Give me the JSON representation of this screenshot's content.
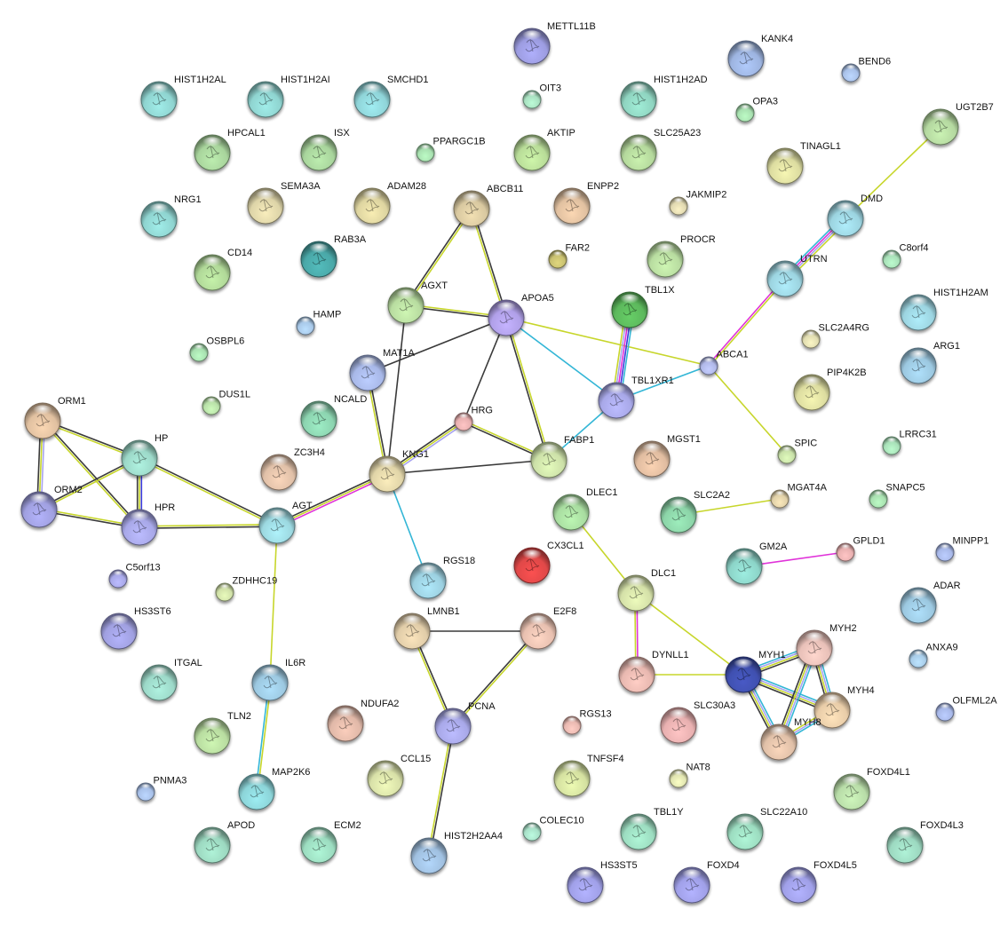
{
  "title": "Protein interaction network",
  "edge_colors": {
    "black": "#3a3a3a",
    "yellow": "#c7d62b",
    "cyan": "#33b6d6",
    "magenta": "#e032d9",
    "blue": "#3a3ad9",
    "lavender": "#a7a3f0"
  },
  "nodes": [
    {
      "id": "METTL11B",
      "label": "METTL11B",
      "color": "#9c9ce0",
      "size": "large"
    },
    {
      "id": "KANK4",
      "label": "KANK4",
      "color": "#9db4e0",
      "size": "large"
    },
    {
      "id": "BEND6",
      "label": "BEND6",
      "color": "#a9c1e8",
      "size": "small"
    },
    {
      "id": "HIST1H2AL",
      "label": "HIST1H2AL",
      "color": "#8fd4d0",
      "size": "large"
    },
    {
      "id": "HIST1H2AI",
      "label": "HIST1H2AI",
      "color": "#8fd4d0",
      "size": "large"
    },
    {
      "id": "SMCHD1",
      "label": "SMCHD1",
      "color": "#8fd4d8",
      "size": "large"
    },
    {
      "id": "OIT3",
      "label": "OIT3",
      "color": "#a8e0c0",
      "size": "small"
    },
    {
      "id": "HIST1H2AD",
      "label": "HIST1H2AD",
      "color": "#8fd4c0",
      "size": "large"
    },
    {
      "id": "OPA3",
      "label": "OPA3",
      "color": "#a8e0b0",
      "size": "small"
    },
    {
      "id": "UGT2B7",
      "label": "UGT2B7",
      "color": "#b4d8a0",
      "size": "large"
    },
    {
      "id": "HPCAL1",
      "label": "HPCAL1",
      "color": "#a8d49c",
      "size": "large"
    },
    {
      "id": "ISX",
      "label": "ISX",
      "color": "#a8d49c",
      "size": "large"
    },
    {
      "id": "PPARGC1B",
      "label": "PPARGC1B",
      "color": "#a8e0b0",
      "size": "small"
    },
    {
      "id": "AKTIP",
      "label": "AKTIP",
      "color": "#b8dc98",
      "size": "large"
    },
    {
      "id": "SLC25A23",
      "label": "SLC25A23",
      "color": "#b4d89c",
      "size": "large"
    },
    {
      "id": "TINAGL1",
      "label": "TINAGL1",
      "color": "#dcdca0",
      "size": "large"
    },
    {
      "id": "NRG1",
      "label": "NRG1",
      "color": "#8fd4d0",
      "size": "large"
    },
    {
      "id": "SEMA3A",
      "label": "SEMA3A",
      "color": "#ddd4a8",
      "size": "large"
    },
    {
      "id": "ADAM28",
      "label": "ADAM28",
      "color": "#ddd4a0",
      "size": "large"
    },
    {
      "id": "ABCB11",
      "label": "ABCB11",
      "color": "#d8c8a0",
      "size": "large"
    },
    {
      "id": "ENPP2",
      "label": "ENPP2",
      "color": "#e0c0a0",
      "size": "large"
    },
    {
      "id": "JAKMIP2",
      "label": "JAKMIP2",
      "color": "#e0d8b0",
      "size": "small"
    },
    {
      "id": "DMD",
      "label": "DMD",
      "color": "#9cd4e0",
      "size": "large"
    },
    {
      "id": "CD14",
      "label": "CD14",
      "color": "#b0d898",
      "size": "large"
    },
    {
      "id": "RAB3A",
      "label": "RAB3A",
      "color": "#4aa8a8",
      "size": "large"
    },
    {
      "id": "FAR2",
      "label": "FAR2",
      "color": "#c8c070",
      "size": "small"
    },
    {
      "id": "PROCR",
      "label": "PROCR",
      "color": "#b8dca0",
      "size": "large"
    },
    {
      "id": "C8orf4",
      "label": "C8orf4",
      "color": "#a8e0b8",
      "size": "small"
    },
    {
      "id": "UTRN",
      "label": "UTRN",
      "color": "#9cd4e0",
      "size": "large"
    },
    {
      "id": "AGXT",
      "label": "AGXT",
      "color": "#b8dca0",
      "size": "large"
    },
    {
      "id": "APOA5",
      "label": "APOA5",
      "color": "#b0a0e8",
      "size": "large"
    },
    {
      "id": "TBL1X",
      "label": "TBL1X",
      "color": "#5cb85c",
      "size": "large"
    },
    {
      "id": "HIST1H2AM",
      "label": "HIST1H2AM",
      "color": "#9cd4e0",
      "size": "large"
    },
    {
      "id": "HAMP",
      "label": "HAMP",
      "color": "#a8c8e8",
      "size": "small"
    },
    {
      "id": "SLC2A4RG",
      "label": "SLC2A4RG",
      "color": "#e0dcb0",
      "size": "small"
    },
    {
      "id": "OSBPL6",
      "label": "OSBPL6",
      "color": "#a8e0b0",
      "size": "small"
    },
    {
      "id": "MAT1A",
      "label": "MAT1A",
      "color": "#a8b8e8",
      "size": "large"
    },
    {
      "id": "ABCA1",
      "label": "ABCA1",
      "color": "#b0b8e8",
      "size": "small"
    },
    {
      "id": "ARG1",
      "label": "ARG1",
      "color": "#9cc8e0",
      "size": "large"
    },
    {
      "id": "PIP4K2B",
      "label": "PIP4K2B",
      "color": "#dcdca0",
      "size": "large"
    },
    {
      "id": "TBL1XR1",
      "label": "TBL1XR1",
      "color": "#a8a8e8",
      "size": "large"
    },
    {
      "id": "DUS1L",
      "label": "DUS1L",
      "color": "#b8e0a8",
      "size": "small"
    },
    {
      "id": "NCALD",
      "label": "NCALD",
      "color": "#8cd4b0",
      "size": "large"
    },
    {
      "id": "HRG",
      "label": "HRG",
      "color": "#e8b0b0",
      "size": "small"
    },
    {
      "id": "ORM1",
      "label": "ORM1",
      "color": "#e0c0a0",
      "size": "large"
    },
    {
      "id": "MGST1",
      "label": "MGST1",
      "color": "#e0bca0",
      "size": "large"
    },
    {
      "id": "LRRC31",
      "label": "LRRC31",
      "color": "#a8e0b8",
      "size": "small"
    },
    {
      "id": "HP",
      "label": "HP",
      "color": "#9cd8c8",
      "size": "large"
    },
    {
      "id": "ZC3H4",
      "label": "ZC3H4",
      "color": "#e0c0a8",
      "size": "large"
    },
    {
      "id": "KNG1",
      "label": "KNG1",
      "color": "#e0d4a8",
      "size": "large"
    },
    {
      "id": "FABP1",
      "label": "FABP1",
      "color": "#cce0a8",
      "size": "large"
    },
    {
      "id": "SPIC",
      "label": "SPIC",
      "color": "#c8e0a8",
      "size": "small"
    },
    {
      "id": "DLEC1",
      "label": "DLEC1",
      "color": "#a8dca0",
      "size": "large"
    },
    {
      "id": "SNAPC5",
      "label": "SNAPC5",
      "color": "#a8e0b0",
      "size": "small"
    },
    {
      "id": "MGAT4A",
      "label": "MGAT4A",
      "color": "#e0d0a8",
      "size": "small"
    },
    {
      "id": "SLC2A2",
      "label": "SLC2A2",
      "color": "#8cd4a8",
      "size": "large"
    },
    {
      "id": "ORM2",
      "label": "ORM2",
      "color": "#a0a0e0",
      "size": "large"
    },
    {
      "id": "HPR",
      "label": "HPR",
      "color": "#a8a8e8",
      "size": "large"
    },
    {
      "id": "AGT",
      "label": "AGT",
      "color": "#9cd8e0",
      "size": "large"
    },
    {
      "id": "CX3CL1",
      "label": "CX3CL1",
      "color": "#e04848",
      "size": "large"
    },
    {
      "id": "GPLD1",
      "label": "GPLD1",
      "color": "#e8b0b0",
      "size": "small"
    },
    {
      "id": "MINPP1",
      "label": "MINPP1",
      "color": "#a8b8e8",
      "size": "small"
    },
    {
      "id": "GM2A",
      "label": "GM2A",
      "color": "#8cd4c8",
      "size": "large"
    },
    {
      "id": "C5orf13",
      "label": "C5orf13",
      "color": "#a8a8e8",
      "size": "small"
    },
    {
      "id": "ZDHHC19",
      "label": "ZDHHC19",
      "color": "#d0e0a8",
      "size": "small"
    },
    {
      "id": "RGS18",
      "label": "RGS18",
      "color": "#9cd0e0",
      "size": "large"
    },
    {
      "id": "ADAR",
      "label": "ADAR",
      "color": "#9cc8e0",
      "size": "large"
    },
    {
      "id": "DLC1",
      "label": "DLC1",
      "color": "#d4e0a8",
      "size": "large"
    },
    {
      "id": "HS3ST6",
      "label": "HS3ST6",
      "color": "#a0a0e0",
      "size": "large"
    },
    {
      "id": "LMNB1",
      "label": "LMNB1",
      "color": "#e0cca8",
      "size": "large"
    },
    {
      "id": "E2F8",
      "label": "E2F8",
      "color": "#e8c0b0",
      "size": "large"
    },
    {
      "id": "MYH2",
      "label": "MYH2",
      "color": "#e8c0b8",
      "size": "large"
    },
    {
      "id": "ANXA9",
      "label": "ANXA9",
      "color": "#a8cce8",
      "size": "small"
    },
    {
      "id": "ITGAL",
      "label": "ITGAL",
      "color": "#9cd8c8",
      "size": "large"
    },
    {
      "id": "IL6R",
      "label": "IL6R",
      "color": "#9cc8e0",
      "size": "large"
    },
    {
      "id": "DYNLL1",
      "label": "DYNLL1",
      "color": "#e8b8b0",
      "size": "large"
    },
    {
      "id": "MYH1",
      "label": "MYH1",
      "color": "#4050b0",
      "size": "large"
    },
    {
      "id": "MYH4",
      "label": "MYH4",
      "color": "#e8cca8",
      "size": "large"
    },
    {
      "id": "OLFML2A",
      "label": "OLFML2A",
      "color": "#a8b8e8",
      "size": "small"
    },
    {
      "id": "TLN2",
      "label": "TLN2",
      "color": "#b8dca0",
      "size": "large"
    },
    {
      "id": "NDUFA2",
      "label": "NDUFA2",
      "color": "#e0b8a8",
      "size": "large"
    },
    {
      "id": "PCNA",
      "label": "PCNA",
      "color": "#a8a8e8",
      "size": "large"
    },
    {
      "id": "RGS13",
      "label": "RGS13",
      "color": "#e8b8b0",
      "size": "small"
    },
    {
      "id": "SLC30A3",
      "label": "SLC30A3",
      "color": "#e8b0b0",
      "size": "large"
    },
    {
      "id": "MYH8",
      "label": "MYH8",
      "color": "#e0c0a8",
      "size": "large"
    },
    {
      "id": "PNMA3",
      "label": "PNMA3",
      "color": "#a8c0e8",
      "size": "small"
    },
    {
      "id": "MAP2K6",
      "label": "MAP2K6",
      "color": "#8cd4d8",
      "size": "large"
    },
    {
      "id": "CCL15",
      "label": "CCL15",
      "color": "#d8e0a8",
      "size": "large"
    },
    {
      "id": "TNFSF4",
      "label": "TNFSF4",
      "color": "#d4e0a0",
      "size": "large"
    },
    {
      "id": "NAT8",
      "label": "NAT8",
      "color": "#e0e4b0",
      "size": "small"
    },
    {
      "id": "FOXD4L1",
      "label": "FOXD4L1",
      "color": "#b8dca8",
      "size": "large"
    },
    {
      "id": "APOD",
      "label": "APOD",
      "color": "#9cd8c0",
      "size": "large"
    },
    {
      "id": "ECM2",
      "label": "ECM2",
      "color": "#9cdcc0",
      "size": "large"
    },
    {
      "id": "COLEC10",
      "label": "COLEC10",
      "color": "#a8e0c8",
      "size": "small"
    },
    {
      "id": "TBL1Y",
      "label": "TBL1Y",
      "color": "#9cdcc0",
      "size": "large"
    },
    {
      "id": "SLC22A10",
      "label": "SLC22A10",
      "color": "#9cdcc0",
      "size": "large"
    },
    {
      "id": "FOXD4L3",
      "label": "FOXD4L3",
      "color": "#9cd8c0",
      "size": "large"
    },
    {
      "id": "HIST2H2AA4",
      "label": "HIST2H2AA4",
      "color": "#a0c0e0",
      "size": "large"
    },
    {
      "id": "HS3ST5",
      "label": "HS3ST5",
      "color": "#a0a0e8",
      "size": "large"
    },
    {
      "id": "FOXD4",
      "label": "FOXD4",
      "color": "#a0a0e8",
      "size": "large"
    },
    {
      "id": "FOXD4L5",
      "label": "FOXD4L5",
      "color": "#a0a0e8",
      "size": "large"
    }
  ],
  "edges": [
    {
      "source": "ABCB11",
      "target": "AGXT",
      "channels": [
        "yellow",
        "black"
      ]
    },
    {
      "source": "ABCB11",
      "target": "APOA5",
      "channels": [
        "black",
        "yellow"
      ]
    },
    {
      "source": "AGXT",
      "target": "APOA5",
      "channels": [
        "yellow",
        "black"
      ]
    },
    {
      "source": "AGXT",
      "target": "KNG1",
      "channels": [
        "black"
      ]
    },
    {
      "source": "MAT1A",
      "target": "APOA5",
      "channels": [
        "black"
      ]
    },
    {
      "source": "MAT1A",
      "target": "KNG1",
      "channels": [
        "black",
        "yellow"
      ]
    },
    {
      "source": "APOA5",
      "target": "HRG",
      "channels": [
        "black"
      ]
    },
    {
      "source": "APOA5",
      "target": "FABP1",
      "channels": [
        "yellow",
        "black"
      ]
    },
    {
      "source": "APOA5",
      "target": "TBL1XR1",
      "channels": [
        "cyan"
      ]
    },
    {
      "source": "APOA5",
      "target": "ABCA1",
      "channels": [
        "yellow"
      ]
    },
    {
      "source": "TBL1X",
      "target": "TBL1XR1",
      "channels": [
        "cyan",
        "blue",
        "magenta",
        "lavender",
        "yellow"
      ]
    },
    {
      "source": "TBL1XR1",
      "target": "ABCA1",
      "channels": [
        "cyan"
      ]
    },
    {
      "source": "TBL1XR1",
      "target": "FABP1",
      "channels": [
        "cyan"
      ]
    },
    {
      "source": "ABCA1",
      "target": "UTRN",
      "channels": [
        "magenta",
        "yellow"
      ]
    },
    {
      "source": "ABCA1",
      "target": "SPIC",
      "channels": [
        "yellow"
      ]
    },
    {
      "source": "UTRN",
      "target": "DMD",
      "channels": [
        "cyan",
        "magenta",
        "lavender",
        "yellow"
      ]
    },
    {
      "source": "DMD",
      "target": "UGT2B7",
      "channels": [
        "yellow"
      ]
    },
    {
      "source": "HRG",
      "target": "KNG1",
      "channels": [
        "lavender",
        "yellow",
        "black"
      ]
    },
    {
      "source": "HRG",
      "target": "FABP1",
      "channels": [
        "yellow",
        "black"
      ]
    },
    {
      "source": "KNG1",
      "target": "FABP1",
      "channels": [
        "black"
      ]
    },
    {
      "source": "KNG1",
      "target": "AGT",
      "channels": [
        "magenta",
        "yellow",
        "black"
      ]
    },
    {
      "source": "KNG1",
      "target": "RGS18",
      "channels": [
        "cyan"
      ]
    },
    {
      "source": "ORM1",
      "target": "HP",
      "channels": [
        "black",
        "yellow"
      ]
    },
    {
      "source": "ORM1",
      "target": "ORM2",
      "channels": [
        "lavender",
        "yellow",
        "black"
      ]
    },
    {
      "source": "ORM1",
      "target": "HPR",
      "channels": [
        "black",
        "yellow"
      ]
    },
    {
      "source": "HP",
      "target": "ORM2",
      "channels": [
        "yellow",
        "black"
      ]
    },
    {
      "source": "HP",
      "target": "HPR",
      "channels": [
        "blue",
        "yellow",
        "black"
      ]
    },
    {
      "source": "HP",
      "target": "AGT",
      "channels": [
        "black",
        "yellow"
      ]
    },
    {
      "source": "ORM2",
      "target": "HPR",
      "channels": [
        "yellow",
        "black"
      ]
    },
    {
      "source": "HPR",
      "target": "AGT",
      "channels": [
        "yellow",
        "black"
      ]
    },
    {
      "source": "AGT",
      "target": "IL6R",
      "channels": [
        "yellow"
      ]
    },
    {
      "source": "IL6R",
      "target": "MAP2K6",
      "channels": [
        "yellow",
        "cyan"
      ]
    },
    {
      "source": "LMNB1",
      "target": "E2F8",
      "channels": [
        "black"
      ]
    },
    {
      "source": "LMNB1",
      "target": "PCNA",
      "channels": [
        "black",
        "yellow"
      ]
    },
    {
      "source": "E2F8",
      "target": "PCNA",
      "channels": [
        "yellow",
        "black"
      ]
    },
    {
      "source": "PCNA",
      "target": "HIST2H2AA4",
      "channels": [
        "black",
        "yellow"
      ]
    },
    {
      "source": "DLEC1",
      "target": "DLC1",
      "channels": [
        "yellow"
      ]
    },
    {
      "source": "DLC1",
      "target": "DYNLL1",
      "channels": [
        "magenta",
        "yellow"
      ]
    },
    {
      "source": "DLC1",
      "target": "MYH1",
      "channels": [
        "yellow"
      ]
    },
    {
      "source": "DYNLL1",
      "target": "MYH1",
      "channels": [
        "yellow"
      ]
    },
    {
      "source": "SLC2A2",
      "target": "MGAT4A",
      "channels": [
        "yellow"
      ]
    },
    {
      "source": "GM2A",
      "target": "GPLD1",
      "channels": [
        "magenta"
      ]
    },
    {
      "source": "MYH1",
      "target": "MYH2",
      "channels": [
        "cyan",
        "lavender",
        "yellow",
        "black"
      ]
    },
    {
      "source": "MYH1",
      "target": "MYH4",
      "channels": [
        "cyan",
        "lavender",
        "yellow",
        "black"
      ]
    },
    {
      "source": "MYH1",
      "target": "MYH8",
      "channels": [
        "cyan",
        "lavender",
        "yellow",
        "black"
      ]
    },
    {
      "source": "MYH2",
      "target": "MYH4",
      "channels": [
        "cyan",
        "lavender",
        "yellow",
        "black"
      ]
    },
    {
      "source": "MYH2",
      "target": "MYH8",
      "channels": [
        "cyan",
        "lavender",
        "yellow",
        "black"
      ]
    },
    {
      "source": "MYH4",
      "target": "MYH8",
      "channels": [
        "cyan",
        "lavender",
        "yellow"
      ]
    }
  ]
}
